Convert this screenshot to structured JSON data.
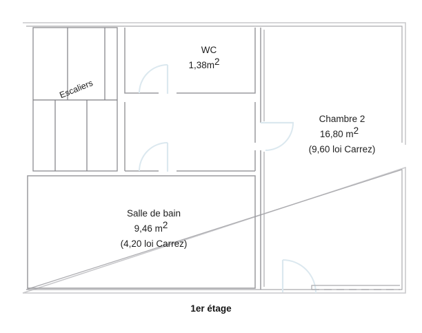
{
  "plan": {
    "caption": "1er étage",
    "rooms": [
      {
        "id": "wc",
        "name": "WC",
        "area": "1,38m",
        "area_exponent": "2",
        "carrez": ""
      },
      {
        "id": "chambre-2",
        "name": "Chambre 2",
        "area": "16,80 m",
        "area_exponent": "2",
        "carrez": "(9,60 loi Carrez)"
      },
      {
        "id": "salle-de-bain",
        "name": "Salle de bain",
        "area": "9,46 m",
        "area_exponent": "2",
        "carrez": "(4,20 loi Carrez)"
      },
      {
        "id": "escaliers",
        "name": "Escaliers",
        "area": "",
        "area_exponent": "",
        "carrez": ""
      }
    ],
    "colors": {
      "wall": "#9a9a9e",
      "wall_outer": "#c9c9cc",
      "door": "#dbe8ef",
      "text": "#1d1d1d",
      "background": "#ffffff"
    }
  }
}
